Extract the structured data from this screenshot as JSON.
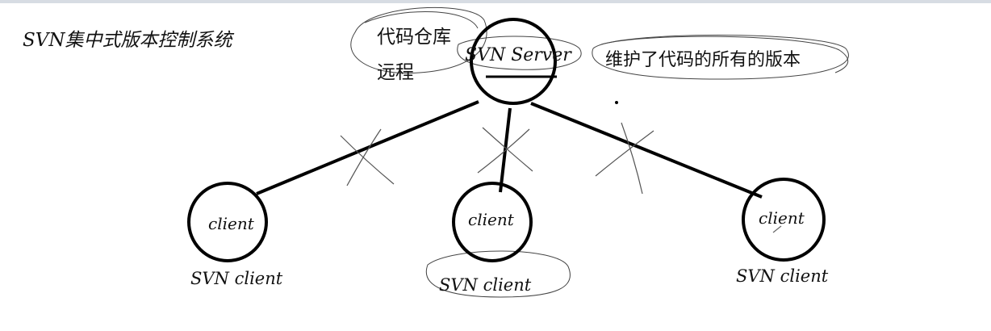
{
  "title": "SVN集中式版本控制系统",
  "server": {
    "label": "SVN Server"
  },
  "annotations": {
    "repo_line1": "代码仓库",
    "repo_line2": "远程",
    "versions": "维护了代码的所有的版本"
  },
  "clients": [
    {
      "inner": "client",
      "caption": "SVN client"
    },
    {
      "inner": "client",
      "caption": "SVN client"
    },
    {
      "inner": "client",
      "caption": "SVN client"
    }
  ]
}
